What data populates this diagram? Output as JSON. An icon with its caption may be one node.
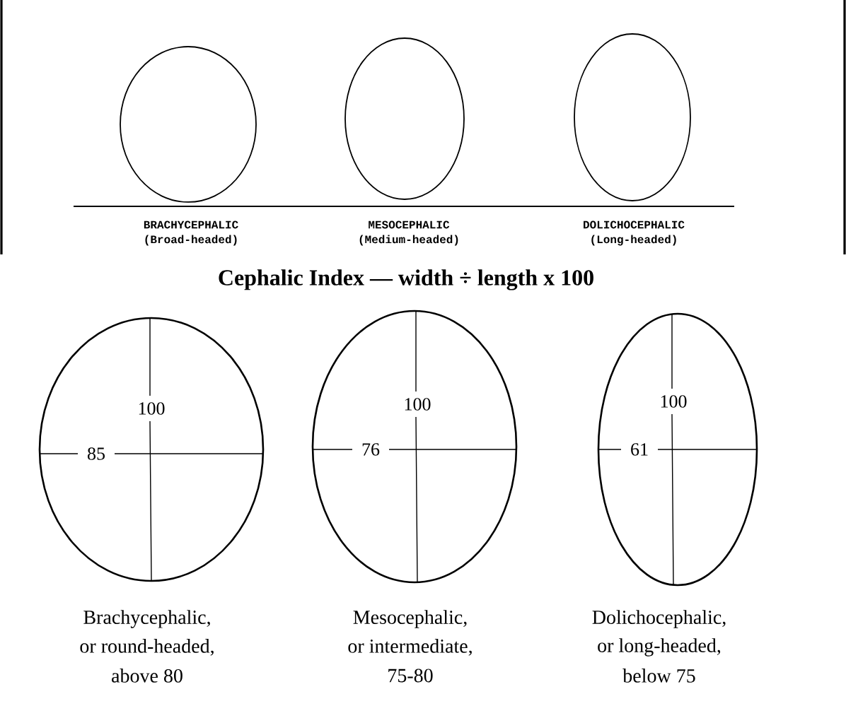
{
  "diagram": {
    "title": "Cephalic Index — width ÷ length x 100",
    "nodes": [
      {
        "text": [],
        "shape": "circle",
        "beside": [
          "BRACHYCEPHALIC",
          "(Broad-headed)"
        ]
      },
      {
        "text": [],
        "shape": "circle",
        "beside": [
          "MESOCEPHALIC",
          "(Medium-headed)"
        ]
      },
      {
        "text": [],
        "shape": "circle",
        "beside": [
          "DOLICHOCEPHALIC",
          "(Long-headed)"
        ]
      },
      {
        "text": [
          "100",
          "85"
        ],
        "beside": [
          "Brachycephalic,",
          "or round-headed,",
          "above 80"
        ]
      },
      {
        "text": [
          "100",
          "76"
        ],
        "beside": [
          "Mesocephalic,",
          "or intermediate,",
          "75-80"
        ]
      },
      {
        "text": [
          "100",
          "61"
        ],
        "beside": [
          "Dolichocephalic,",
          "or long-headed,",
          "below 75"
        ]
      }
    ]
  }
}
